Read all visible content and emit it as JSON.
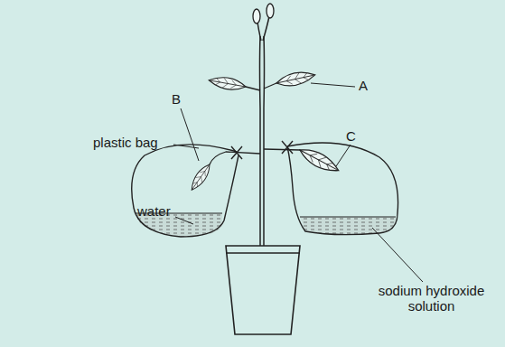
{
  "diagram": {
    "labels": [
      "B",
      "A",
      "plastic bag",
      "C",
      "water",
      "sodium hydroxide solution"
    ]
  }
}
